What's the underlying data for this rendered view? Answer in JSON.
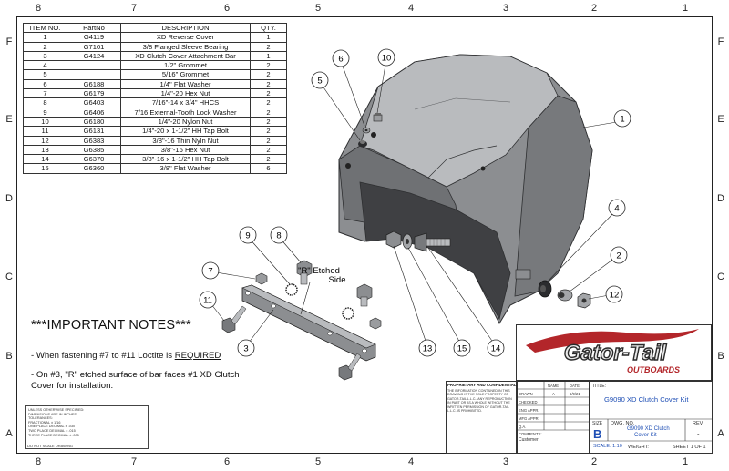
{
  "zones": {
    "cols_top": [
      "8",
      "7",
      "6",
      "5",
      "4",
      "3",
      "2",
      "1"
    ],
    "cols_bottom": [
      "8",
      "7",
      "6",
      "5",
      "4",
      "3",
      "2",
      "1"
    ],
    "rows_left": [
      "F",
      "E",
      "D",
      "C",
      "B",
      "A"
    ],
    "rows_right": [
      "F",
      "E",
      "D",
      "C",
      "B",
      "A"
    ]
  },
  "bom": {
    "headers": [
      "ITEM NO.",
      "PartNo",
      "DESCRIPTION",
      "QTY."
    ],
    "rows": [
      [
        "1",
        "G4119",
        "XD Reverse Cover",
        "1"
      ],
      [
        "2",
        "G7101",
        "3/8 Flanged Sleeve Bearing",
        "2"
      ],
      [
        "3",
        "G4124",
        "XD Clutch Cover Attachment Bar",
        "1"
      ],
      [
        "4",
        "",
        "1/2\" Grommet",
        "2"
      ],
      [
        "5",
        "",
        "5/16\" Grommet",
        "2"
      ],
      [
        "6",
        "G6188",
        "1/4\" Flat Washer",
        "2"
      ],
      [
        "7",
        "G6179",
        "1/4\"-20 Hex Nut",
        "2"
      ],
      [
        "8",
        "G6403",
        "7/16\"-14 x 3/4\" HHCS",
        "2"
      ],
      [
        "9",
        "G6406",
        "7/16 External-Tooth Lock Washer",
        "2"
      ],
      [
        "10",
        "G6180",
        "1/4\"-20 Nylon Nut",
        "2"
      ],
      [
        "11",
        "G6131",
        "1/4\"-20 x 1-1/2\" HH Tap Bolt",
        "2"
      ],
      [
        "12",
        "G6383",
        "3/8\"-16 Thin Nyln Nut",
        "2"
      ],
      [
        "13",
        "G6385",
        "3/8\"-16 Hex Nut",
        "2"
      ],
      [
        "14",
        "G6370",
        "3/8\"-16 x 1-1/2\" HH Tap Bolt",
        "2"
      ],
      [
        "15",
        "G6360",
        "3/8\" Flat Washer",
        "6"
      ]
    ]
  },
  "balloons": [
    "1",
    "2",
    "3",
    "4",
    "5",
    "6",
    "7",
    "8",
    "9",
    "10",
    "11",
    "12",
    "13",
    "14",
    "15"
  ],
  "callout": {
    "line1": "\"R\" Etched",
    "line2": "Side"
  },
  "notes": {
    "title": "***IMPORTANT NOTES***",
    "note1_prefix": "- When fastening #7 to #11 Loctite is ",
    "note1_emphasis": "REQUIRED",
    "note2": "- On #3, \"R\" etched surface of bar faces #1 XD Clutch Cover for installation."
  },
  "tolerance": {
    "lines": [
      "UNLESS OTHERWISE SPECIFIED:",
      "DIMENSIONS ARE IN INCHES",
      "TOLERANCES:",
      "FRACTIONAL ± 1/16",
      "ONE PLACE DECIMAL  ± .030",
      "TWO PLACE DECIMAL  ± .015",
      "THREE PLACE DECIMAL  ± .005"
    ],
    "footer": "DO NOT SCALE DRAWING"
  },
  "title_block": {
    "logo_main": "Gator-Tail",
    "logo_sub": "OUTBOARDS",
    "proprietary_title": "PROPRIETARY AND CONFIDENTIAL",
    "proprietary_text": "THE INFORMATION CONTAINED IN THIS DRAWING IS THE SOLE PROPERTY OF GATOR-TAIL L.L.C.. ANY REPRODUCTION IN PART OR AS A WHOLE WITHOUT THE WRITTEN PERMISSION OF GATOR-TAIL L.L.C. IS PROHIBITED.",
    "col_name": "NAME",
    "col_date": "DATE",
    "drawn_label": "DRAWN",
    "drawn_name": "A",
    "drawn_date": "6/9/21",
    "checked_label": "CHECKED",
    "eng_label": "ENG APPR.",
    "mfg_label": "MFG APPR.",
    "qa_label": "Q.A.",
    "comments_label": "COMMENTS:",
    "customer_label": "Customer:",
    "title_label": "TITLE:",
    "title": "G9090 XD Clutch Cover Kit",
    "size_label": "SIZE",
    "size": "B",
    "dwg_label": "DWG. NO.",
    "dwg_no_1": "G9090 XD Clutch",
    "dwg_no_2": "Cover Kit",
    "rev_label": "REV",
    "rev": "-",
    "scale": "SCALE: 1:10",
    "weight": "WEIGHT:",
    "sheet": "SHEET 1 OF 1"
  },
  "colors": {
    "part_fill": "#8c8e91",
    "part_dark": "#55575a",
    "part_light": "#b9bbbe",
    "accent_blue": "#1f4fb5",
    "logo_red": "#b3262a"
  }
}
